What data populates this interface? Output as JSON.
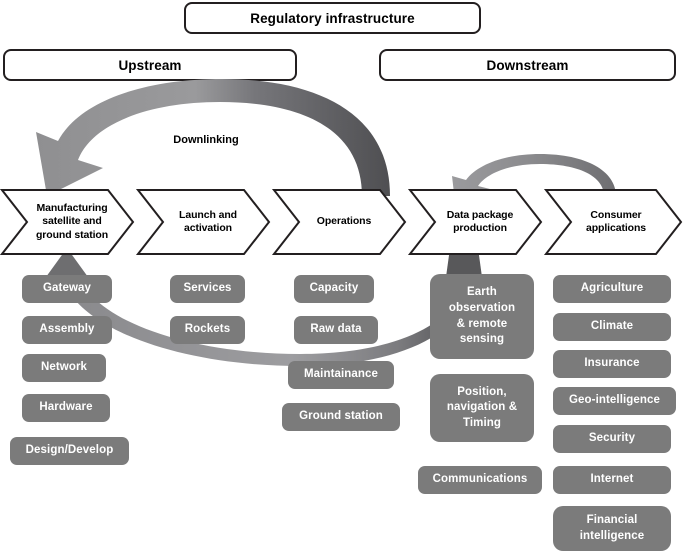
{
  "header": {
    "regulatory": "Regulatory infrastructure",
    "upstream": "Upstream",
    "downstream": "Downstream"
  },
  "annotations": {
    "downlinking": "Downlinking"
  },
  "colors": {
    "pill_gray": "#7b7b7b",
    "arrow_light": "#8c8c8c",
    "arrow_dark": "#58585a",
    "outline": "#231f20",
    "text_on_pill": "#ffffff",
    "background": "#ffffff"
  },
  "value_chain": {
    "stages": [
      {
        "label": "Manufacturing\nsatellite and\nground station"
      },
      {
        "label": "Launch and\nactivation"
      },
      {
        "label": "Operations"
      },
      {
        "label": "Data package\nproduction"
      },
      {
        "label": "Consumer\napplications"
      }
    ]
  },
  "columns": [
    {
      "stage": "Manufacturing satellite and ground station",
      "items": [
        "Gateway",
        "Assembly",
        "Network",
        "Hardware",
        "Design/Develop"
      ]
    },
    {
      "stage": "Launch and activation",
      "items": [
        "Services",
        "Rockets"
      ]
    },
    {
      "stage": "Operations",
      "items": [
        "Capacity",
        "Raw data",
        "Maintainance",
        "Ground station"
      ]
    },
    {
      "stage": "Data package production",
      "items": [
        "Earth\nobservation\n& remote\nsensing",
        "Position,\nnavigation &\nTiming",
        "Communications"
      ]
    },
    {
      "stage": "Consumer applications",
      "items": [
        "Agriculture",
        "Climate",
        "Insurance",
        "Geo-intelligence",
        "Security",
        "Internet",
        "Financial\nintelligence"
      ]
    }
  ]
}
